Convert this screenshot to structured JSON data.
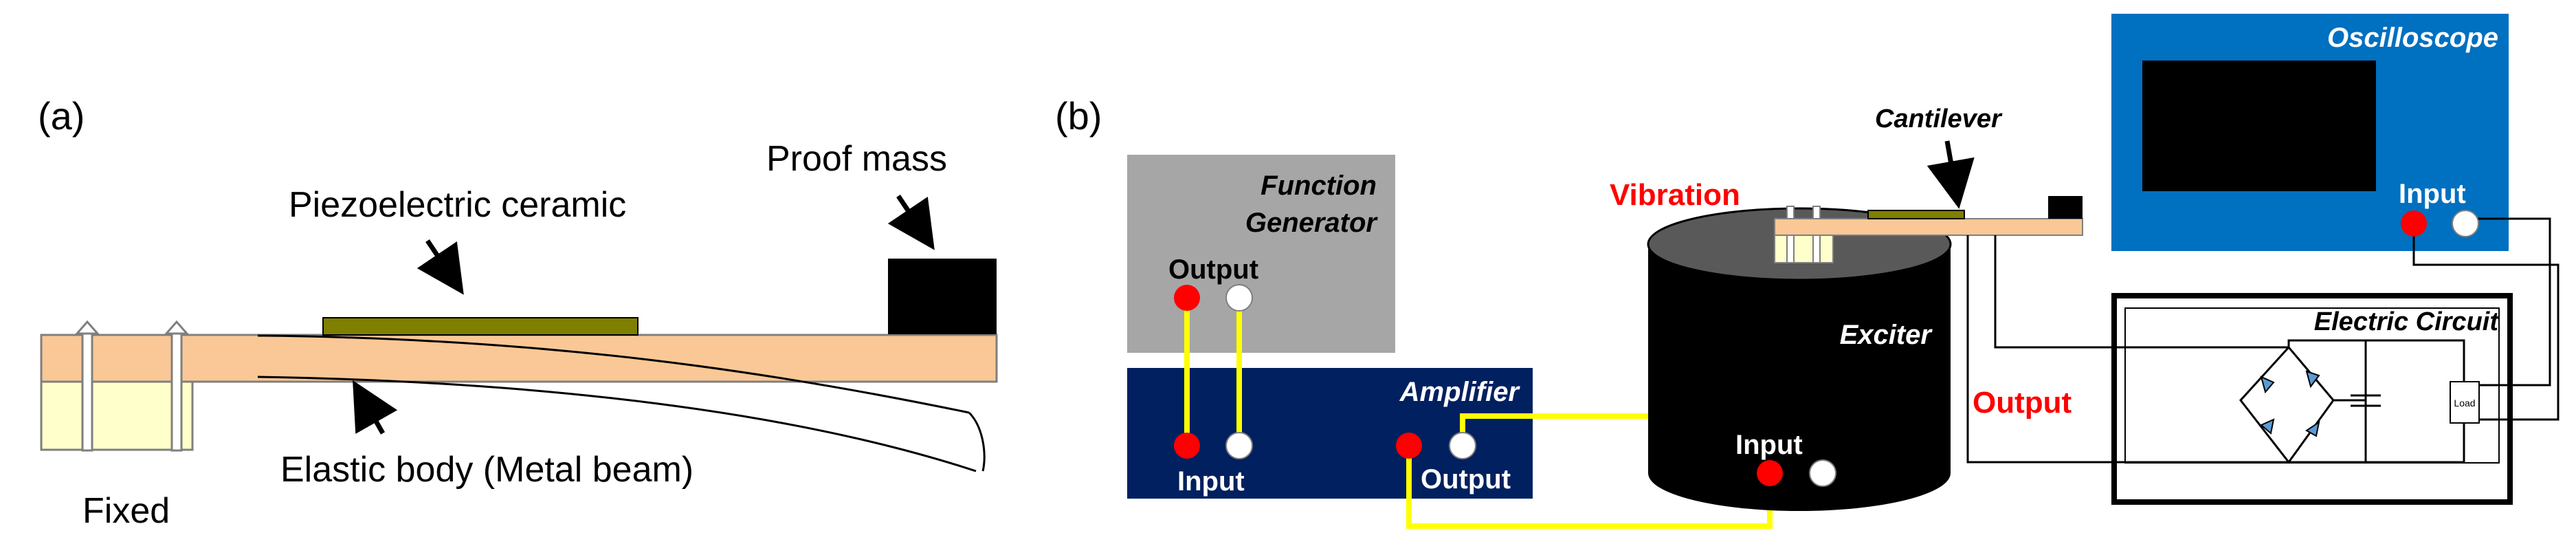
{
  "panel_a": {
    "label": "(a)",
    "proof_mass": "Proof mass",
    "piezo": "Piezoelectric ceramic",
    "elastic": "Elastic body (Metal beam)",
    "fixed": "Fixed"
  },
  "panel_b": {
    "label": "(b)",
    "function_generator": {
      "line1": "Function",
      "line2": "Generator",
      "output": "Output"
    },
    "amplifier": {
      "title": "Amplifier",
      "input": "Input",
      "output": "Output"
    },
    "vibration": "Vibration",
    "cantilever": "Cantilever",
    "exciter": {
      "title": "Exciter",
      "input": "Input"
    },
    "oscilloscope": {
      "title": "Oscilloscope",
      "input": "Input"
    },
    "output_label": "Output",
    "circuit": {
      "title": "Electric Circuit",
      "load": "Load"
    }
  },
  "colors": {
    "beam": "#fac896",
    "piezo": "#7f7f00",
    "fixture": "#ffffcc",
    "function_generator": "#a6a6a6",
    "amplifier": "#002060",
    "oscilloscope": "#0070c0",
    "wire_yellow": "#ffff00",
    "terminal_red": "#ff0000",
    "accent_red": "#ff0000",
    "diode_blue": "#5b9bd5"
  }
}
